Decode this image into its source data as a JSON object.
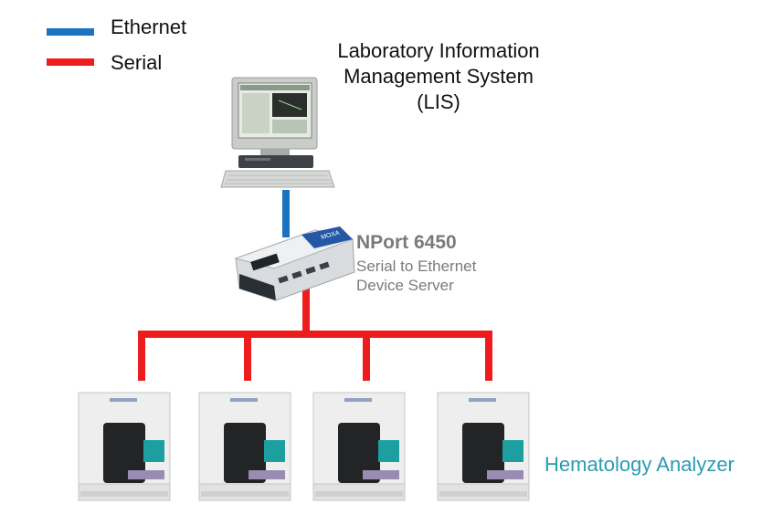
{
  "legend": {
    "items": [
      {
        "label": "Ethernet",
        "color": "#1a73c0"
      },
      {
        "label": "Serial",
        "color": "#ee1c1c"
      }
    ]
  },
  "lis": {
    "line1": "Laboratory Information",
    "line2": "Management System",
    "line3": "(LIS)"
  },
  "nport": {
    "name": "NPort 6450",
    "desc1": "Serial to Ethernet",
    "desc2": "Device Server"
  },
  "analyzers": {
    "label": "Hematology Analyzer",
    "count": 4
  },
  "colors": {
    "ethernet": "#1a73c0",
    "serial": "#ee1c1c",
    "analyzer_label": "#2a9bb4"
  },
  "icons": [
    "computer-icon",
    "device-server-icon",
    "hematology-analyzer-icon"
  ]
}
